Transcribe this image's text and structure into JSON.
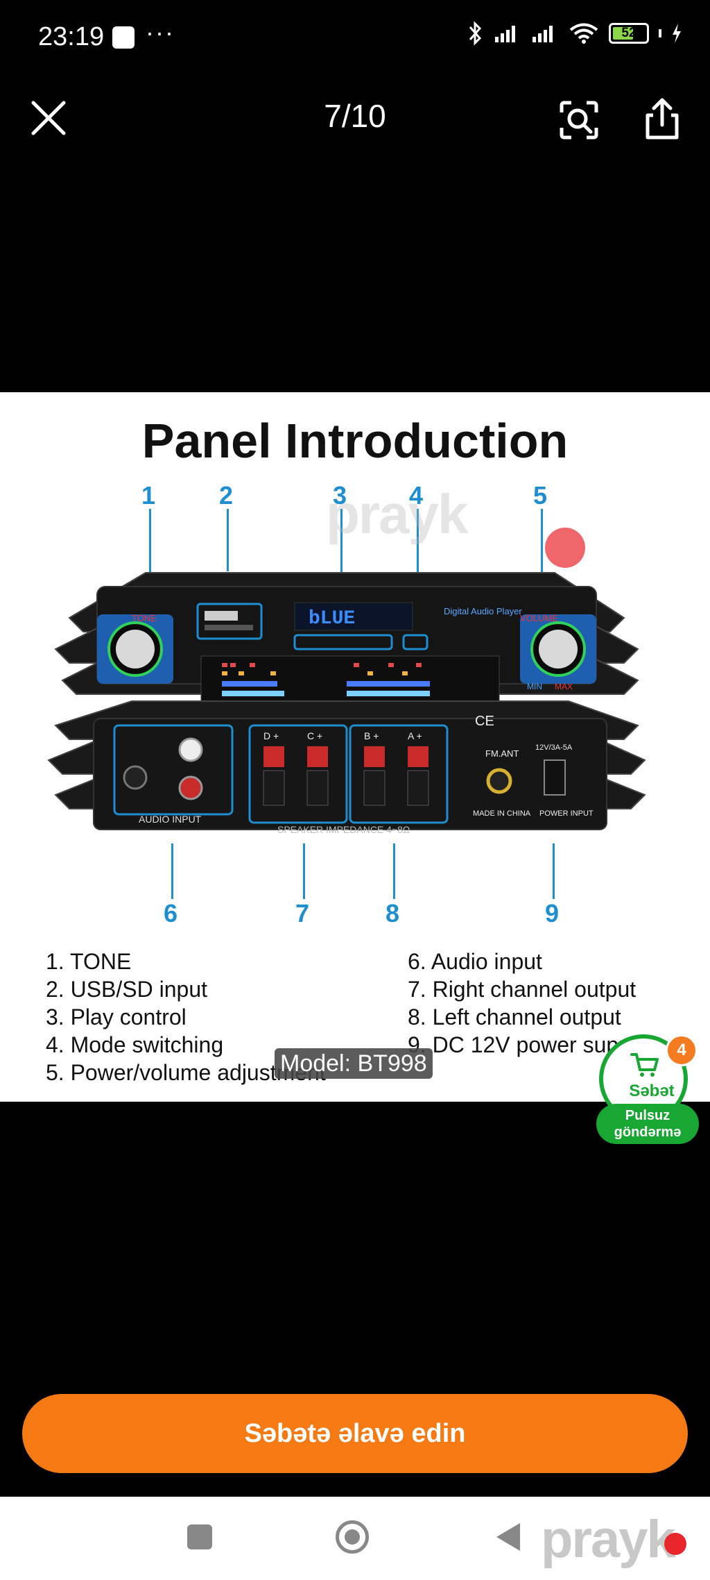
{
  "status_bar": {
    "time": "23:19",
    "dots": "···",
    "battery_level": "52"
  },
  "viewer": {
    "counter": "7/10"
  },
  "product_image": {
    "title": "Panel Introduction",
    "callout_numbers": [
      "1",
      "2",
      "3",
      "4",
      "5",
      "6",
      "7",
      "8",
      "9"
    ],
    "display_text": "bLUE",
    "device_labels": {
      "tone": "TONE",
      "volume": "VOLUME",
      "digital_player": "Digital Audio Player",
      "audio_input": "AUDIO INPUT",
      "speaker_impedance": "SPEAKER IMPEDANCE 4~8Ω",
      "fm_ant": "FM.ANT",
      "made_in": "MADE IN CHINA",
      "power_input": "POWER INPUT",
      "dc_rating": "12V/3A-5A",
      "terminals": [
        "D +",
        "C +",
        "B +",
        "A +"
      ],
      "min": "MIN",
      "max": "MAX"
    },
    "legend_left": [
      "1. TONE",
      "2. USB/SD input",
      "3. Play control",
      "4. Mode switching",
      "5. Power/volume adjustment"
    ],
    "legend_right": [
      "6. Audio input",
      "7. Right channel output",
      "8. Left channel output",
      "9. DC 12V power supply"
    ],
    "watermark": "prayk"
  },
  "model_chip": "Model: BT998",
  "cart_widget": {
    "label": "Səbət",
    "badge_count": "4",
    "free_delivery": "Pulsuz göndərmə",
    "accent": "#19a733",
    "badge_color": "#f47b20"
  },
  "add_to_cart_button": "Səbətə əlavə edin",
  "nav_watermark": "prayk",
  "colors": {
    "button": "#f57a14",
    "callout": "#1d8fd0"
  }
}
